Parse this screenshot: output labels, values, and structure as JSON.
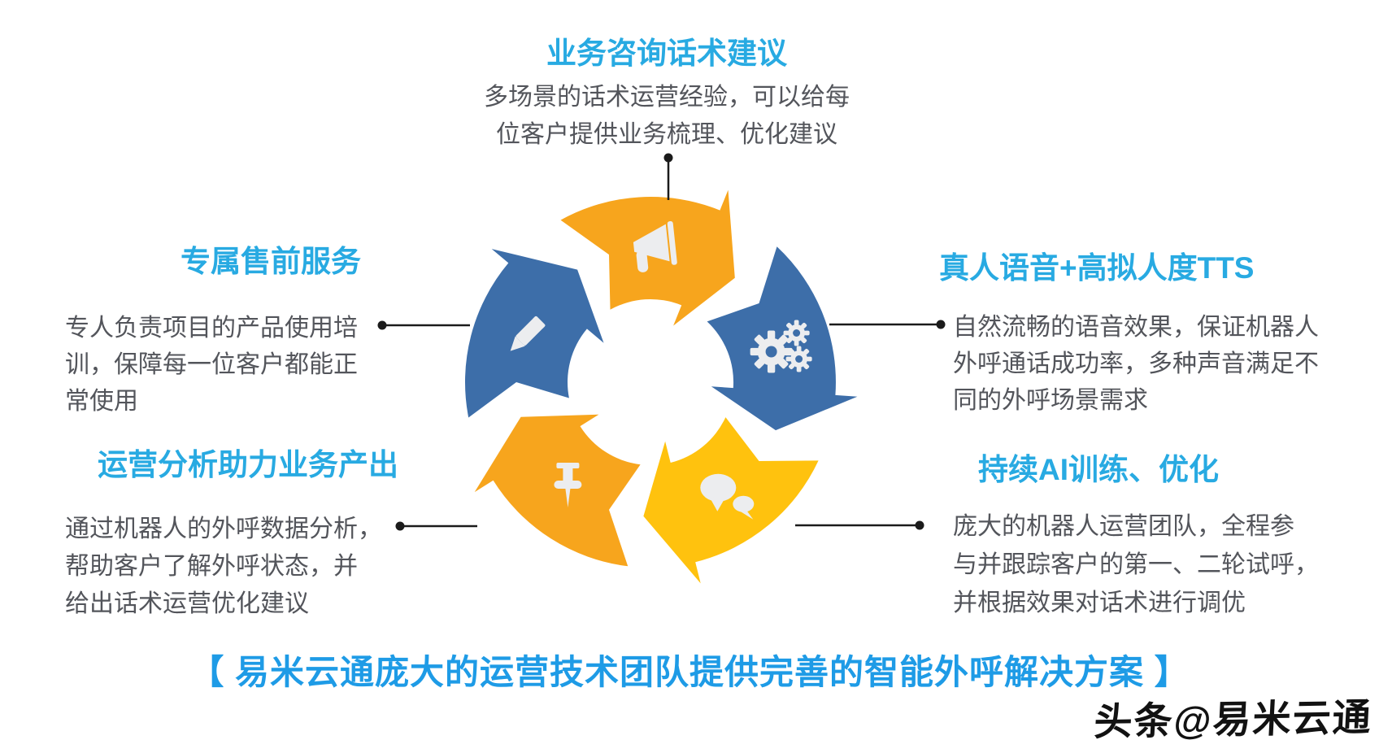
{
  "colors": {
    "heading_blue": "#28AAE2",
    "caption_blue": "#1E9BE6",
    "body_gray": "#53555B",
    "connector_black": "#1B1B1B",
    "arc_orange": "#F7A51D",
    "arc_blue": "#3D6EA9",
    "arc_yellow": "#FFC20E",
    "icon_light": "#ECEDEF"
  },
  "cycle_diagram": {
    "icon_color": "#ECEDEF",
    "segments": [
      {
        "icon": "megaphone",
        "color": "#F7A51D"
      },
      {
        "icon": "gears",
        "color": "#3D6EA9"
      },
      {
        "icon": "chat",
        "color": "#FFC20E"
      },
      {
        "icon": "pin",
        "color": "#F7A51D"
      },
      {
        "icon": "pencil",
        "color": "#3D6EA9"
      }
    ]
  },
  "sections": {
    "top": {
      "title": "业务咨询话术建议",
      "lines": [
        "多场景的话术运营经验，可以给每",
        "位客户提供业务梳理、优化建议"
      ]
    },
    "left": {
      "title": "专属售前服务",
      "lines": [
        "专人负责项目的产品使用培",
        "训，保障每一位客户都能正",
        "常使用"
      ]
    },
    "bottom_left": {
      "title": "运营分析助力业务产出",
      "lines": [
        "通过机器人的外呼数据分析，",
        "帮助客户了解外呼状态，并",
        "给出话术运营优化建议"
      ]
    },
    "right": {
      "title": "真人语音+高拟人度TTS",
      "lines": [
        "自然流畅的语音效果，保证机器人",
        "外呼通话成功率，多种声音满足不",
        "同的外呼场景需求"
      ]
    },
    "bottom_right": {
      "title": "持续AI训练、优化",
      "lines": [
        "庞大的机器人运营团队，全程参",
        "与并跟踪客户的第一、二轮试呼，",
        "并根据效果对话术进行调优"
      ]
    }
  },
  "caption": "【 易米云通庞大的运营技术团队提供完善的智能外呼解决方案 】",
  "watermark": "头条@易米云通"
}
